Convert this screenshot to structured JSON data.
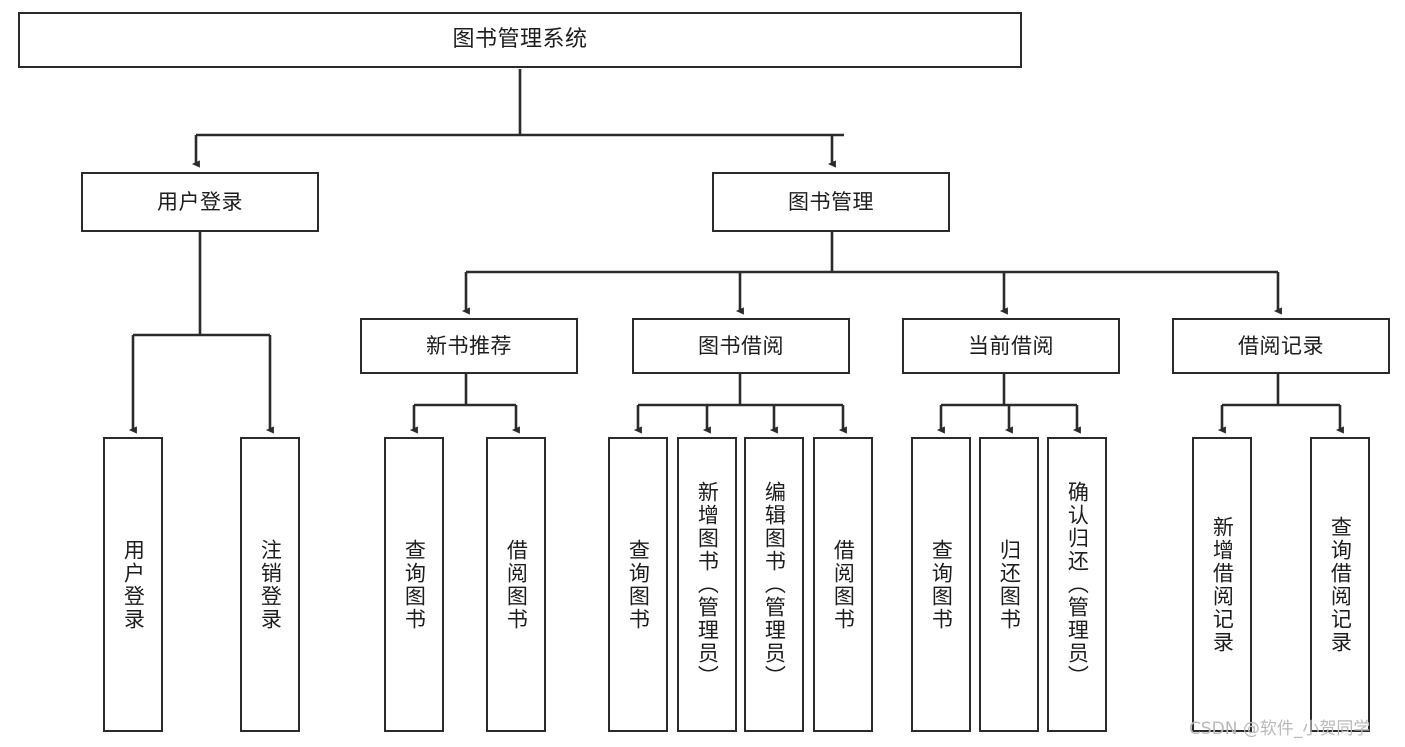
{
  "diagram": {
    "title": "图书管理系统",
    "type": "tree-hierarchy",
    "orientation": "top-down",
    "watermark": "CSDN @软件_小贺同学",
    "style": {
      "box_border_color": "#2b2b2b",
      "box_fill_color": "#ffffff",
      "connector_color": "#2b2b2b",
      "text_color": "#1d1d1d",
      "background_color": "#ffffff",
      "watermark_color": "#b9b9b9"
    },
    "nodes": {
      "root": {
        "label": "图书管理系统",
        "level": 1
      },
      "level2": [
        {
          "id": "user-login",
          "label": "用户登录"
        },
        {
          "id": "book-management",
          "label": "图书管理"
        }
      ],
      "level3": [
        {
          "id": "new-book-recommend",
          "label": "新书推荐",
          "parent": "book-management"
        },
        {
          "id": "book-borrow",
          "label": "图书借阅",
          "parent": "book-management"
        },
        {
          "id": "current-borrow",
          "label": "当前借阅",
          "parent": "book-management"
        },
        {
          "id": "borrow-record",
          "label": "借阅记录",
          "parent": "book-management"
        }
      ],
      "leaves": [
        {
          "id": "leaf-user-login",
          "label": "用户登录",
          "parent": "user-login"
        },
        {
          "id": "leaf-logout-login",
          "label": "注销登录",
          "parent": "user-login"
        },
        {
          "id": "leaf-query-book-1",
          "label": "查询图书",
          "parent": "new-book-recommend"
        },
        {
          "id": "leaf-borrow-book-1",
          "label": "借阅图书",
          "parent": "new-book-recommend"
        },
        {
          "id": "leaf-query-book-2",
          "label": "查询图书",
          "parent": "book-borrow"
        },
        {
          "id": "leaf-add-book",
          "label": "新增图书（管理员）",
          "parent": "book-borrow"
        },
        {
          "id": "leaf-edit-book",
          "label": "编辑图书（管理员）",
          "parent": "book-borrow"
        },
        {
          "id": "leaf-borrow-book-2",
          "label": "借阅图书",
          "parent": "book-borrow"
        },
        {
          "id": "leaf-query-book-3",
          "label": "查询图书",
          "parent": "current-borrow"
        },
        {
          "id": "leaf-return-book",
          "label": "归还图书",
          "parent": "current-borrow"
        },
        {
          "id": "leaf-confirm-return",
          "label": "确认归还（管理员）",
          "parent": "current-borrow"
        },
        {
          "id": "leaf-add-record",
          "label": "新增借阅记录",
          "parent": "borrow-record"
        },
        {
          "id": "leaf-query-record",
          "label": "查询借阅记录",
          "parent": "borrow-record"
        }
      ]
    }
  }
}
